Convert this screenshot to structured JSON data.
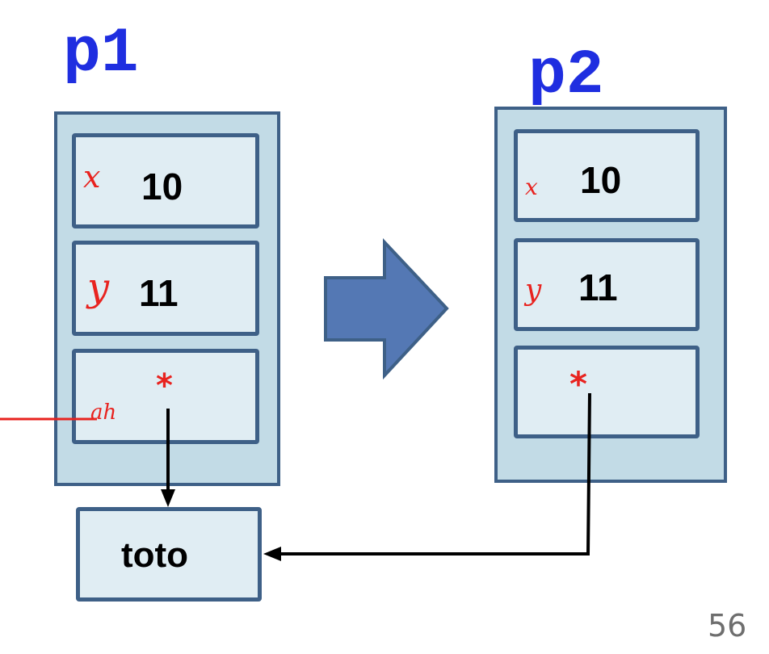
{
  "p1": {
    "title": "p1",
    "fields": [
      {
        "value": "10",
        "note": "x"
      },
      {
        "value": "11",
        "note": "y"
      },
      {
        "value": "",
        "note": "*"
      }
    ],
    "annotation": "ah"
  },
  "p2": {
    "title": "p2",
    "fields": [
      {
        "value": "10",
        "note": "x"
      },
      {
        "value": "11",
        "note": "y"
      },
      {
        "value": "",
        "note": "*"
      }
    ]
  },
  "target": {
    "label": "toto"
  },
  "page_number": "56",
  "colors": {
    "title": "#1f2ee0",
    "box_fill": "#c2dbe6",
    "field_fill": "#e0edf3",
    "border": "#3e6087",
    "arrow_fill": "#5478b4",
    "annotation": "#e8231f"
  }
}
